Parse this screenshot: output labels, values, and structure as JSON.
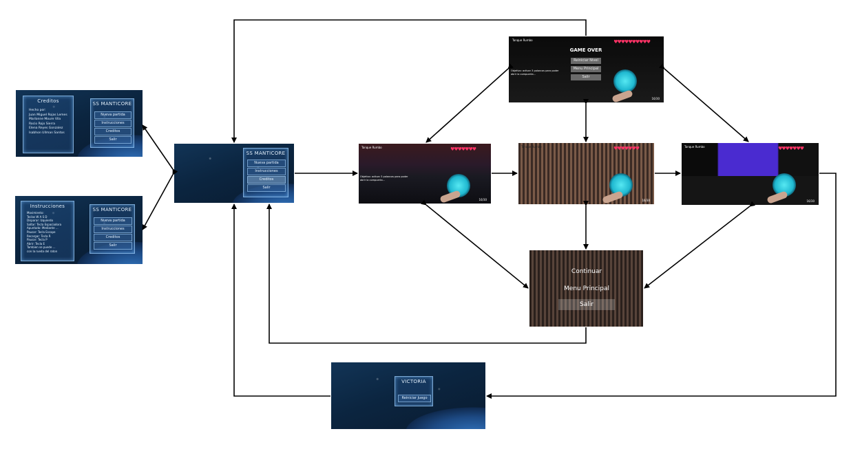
{
  "creditos": {
    "title": "Creditos",
    "lines": [
      "Hecho por:",
      "Juan Miguel Rojas Lemes",
      "Marlonne Moure Vila",
      "Rocio Rojo Sierra",
      "Elena Reyes Gonzalez",
      "Isabhon Ullman Santos"
    ]
  },
  "instrucciones": {
    "title": "Instrucciones",
    "lines": [
      "Movimiento:",
      "Teclas W A S D",
      "Disparar: Izquierdo",
      "Saltar: Tecla Espaciadora",
      "Apuntado: Mediante ...",
      "Pausar: Tecla Escape",
      "Recargar: Tecla R",
      "Pausar: Tecla P",
      "Abrir: Tecla E",
      "Tambien se puede ...",
      "con la rueda del raton"
    ]
  },
  "main_menu": {
    "title": "SS MANTICORE",
    "buttons": [
      "Nueva partida",
      "Instrucciones",
      "Creditos",
      "Salir"
    ]
  },
  "side_menu": {
    "title": "SS MANTICORE",
    "buttons": [
      "Nueva partida",
      "Instrucciones",
      "Creditos",
      "Salir"
    ]
  },
  "hud": {
    "hearts": "♥♥♥♥♥♥♥",
    "hearts_long": "♥♥♥♥♥♥♥♥♥♥",
    "corner": "Tanque Rumbo",
    "ammo": "16/30",
    "mission": "Objetivo: activar 3 palancas para poder abrir la compuerta..."
  },
  "game_over": {
    "title": "GAME OVER",
    "buttons": [
      "Reiniciar Nivel",
      "Menu Principal",
      "Salir"
    ]
  },
  "pause": {
    "buttons": [
      "Continuar",
      "Menu Principal",
      "Salir"
    ]
  },
  "victoria": {
    "title": "VICTORIA",
    "button": "Reiniciar Juego"
  },
  "colors": {
    "arrow": "#000000",
    "space_blue": "#1d4a84",
    "hud_cyan": "#56e8f2",
    "heart_red": "#ff3366"
  }
}
